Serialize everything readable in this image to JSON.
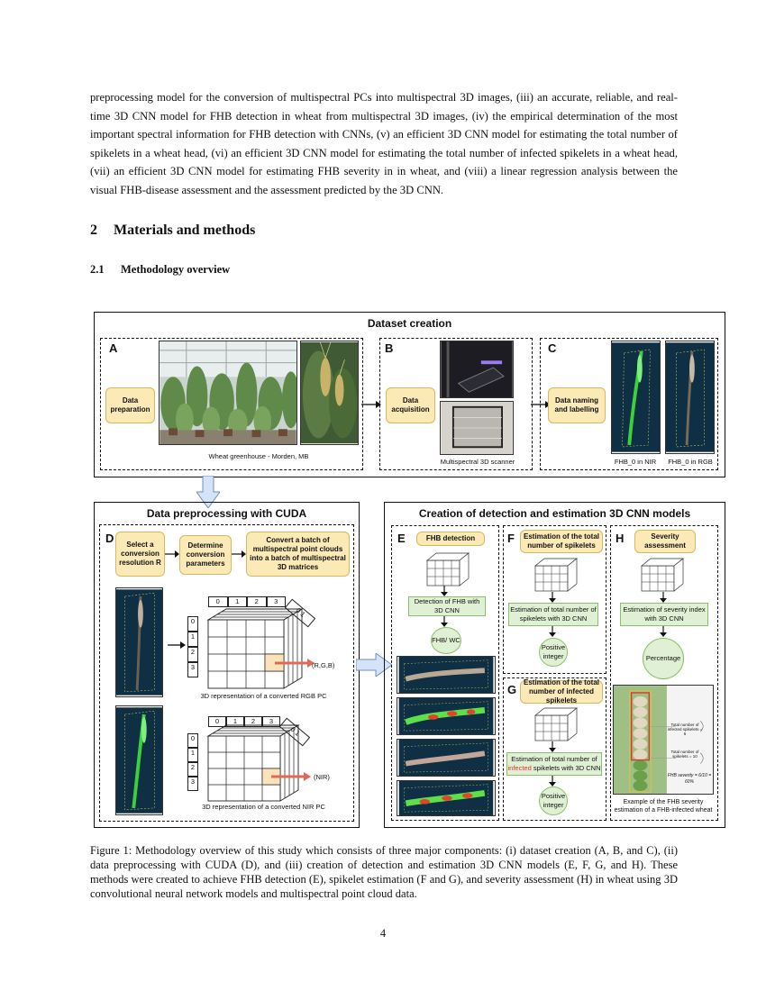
{
  "paragraph": "preprocessing model for the conversion of multispectral PCs into multispectral 3D images, (iii) an accurate, reliable, and real-time 3D CNN model for FHB detection in wheat from multispectral 3D images, (iv) the empirical determination of the most important spectral information for FHB detection with CNNs, (v) an efficient 3D CNN model for estimating the total number of spikelets in a wheat head, (vi) an efficient 3D CNN model for estimating the total number of infected spikelets in a wheat head, (vii) an efficient 3D CNN model for estimating FHB severity in in wheat, and (viii) a linear regression analysis between the visual FHB-disease assessment and the assessment predicted by the 3D CNN.",
  "section": {
    "number": "2",
    "title": "Materials and methods"
  },
  "subsection": {
    "number": "2.1",
    "title": "Methodology overview"
  },
  "figure": {
    "dataset_creation": {
      "title": "Dataset creation",
      "A": {
        "letter": "A",
        "button": "Data preparation",
        "caption": "Wheat greenhouse - Morden, MB"
      },
      "B": {
        "letter": "B",
        "button": "Data acquisition",
        "caption": "Multispectral 3D scanner"
      },
      "C": {
        "letter": "C",
        "button": "Data naming and labelling",
        "nir_caption": "FHB_0 in NIR",
        "rgb_caption": "FHB_0 in RGB"
      }
    },
    "preprocessing": {
      "title": "Data preprocessing with CUDA",
      "D": {
        "letter": "D",
        "step1": "Select a conversion resolution R",
        "step2": "Determine conversion parameters",
        "step3": "Convert a batch of multispectral point clouds into a batch of multispectral 3D matrices",
        "axis_x": [
          "0",
          "1",
          "2",
          "3"
        ],
        "axis_y": [
          "0",
          "1",
          "2",
          "3"
        ],
        "axis_z": "0 1",
        "rgb_out": "(R,G,B)",
        "rgb_caption": "3D representation of a converted RGB PC",
        "nir_out": "(NIR)",
        "nir_caption": "3D representation of a converted NIR PC"
      }
    },
    "models": {
      "title": "Creation of detection and estimation 3D CNN models",
      "E": {
        "letter": "E",
        "header": "FHB detection",
        "process": "Detection of FHB with 3D CNN",
        "output": "FHB/ WC"
      },
      "F": {
        "letter": "F",
        "header": "Estimation of the total number of spikelets",
        "process": "Estimation of total number of spikelets with 3D CNN",
        "output": "Positive integer"
      },
      "G": {
        "letter": "G",
        "header": "Estimation of the total number of infected spikelets",
        "process_pre": "Estimation of total number of",
        "process_red": "infected",
        "process_post": "spikelets with 3D CNN",
        "output": "Positive integer"
      },
      "H": {
        "letter": "H",
        "header": "Severity assessment",
        "process": "Estimation of severity index with 3D CNN",
        "output": "Percentage",
        "note1": "Total number of infected spikelets = 6",
        "note2": "Total number of spikelets = 10",
        "formula": "FHB severity = 6/10 = 60%",
        "caption": "Example of the FHB severity estimation of a FHB-infected wheat"
      }
    }
  },
  "caption": "Figure 1: Methodology overview of this study which consists of three major components: (i) dataset creation (A, B, and C), (ii) data preprocessing with CUDA (D), and (iii) creation of detection and estimation 3D CNN models (E, F, G, and H). These methods were created to achieve FHB detection (E), spikelet estimation (F and G), and severity assessment (H) in wheat using 3D convolutional neural network models and multispectral point cloud data.",
  "page_number": "4",
  "colors": {
    "yellow_box": "#fbe9b6",
    "green_box": "#e0f0d4",
    "dark_scan": "#0e2f44",
    "infected_red": "#d63a2a"
  }
}
